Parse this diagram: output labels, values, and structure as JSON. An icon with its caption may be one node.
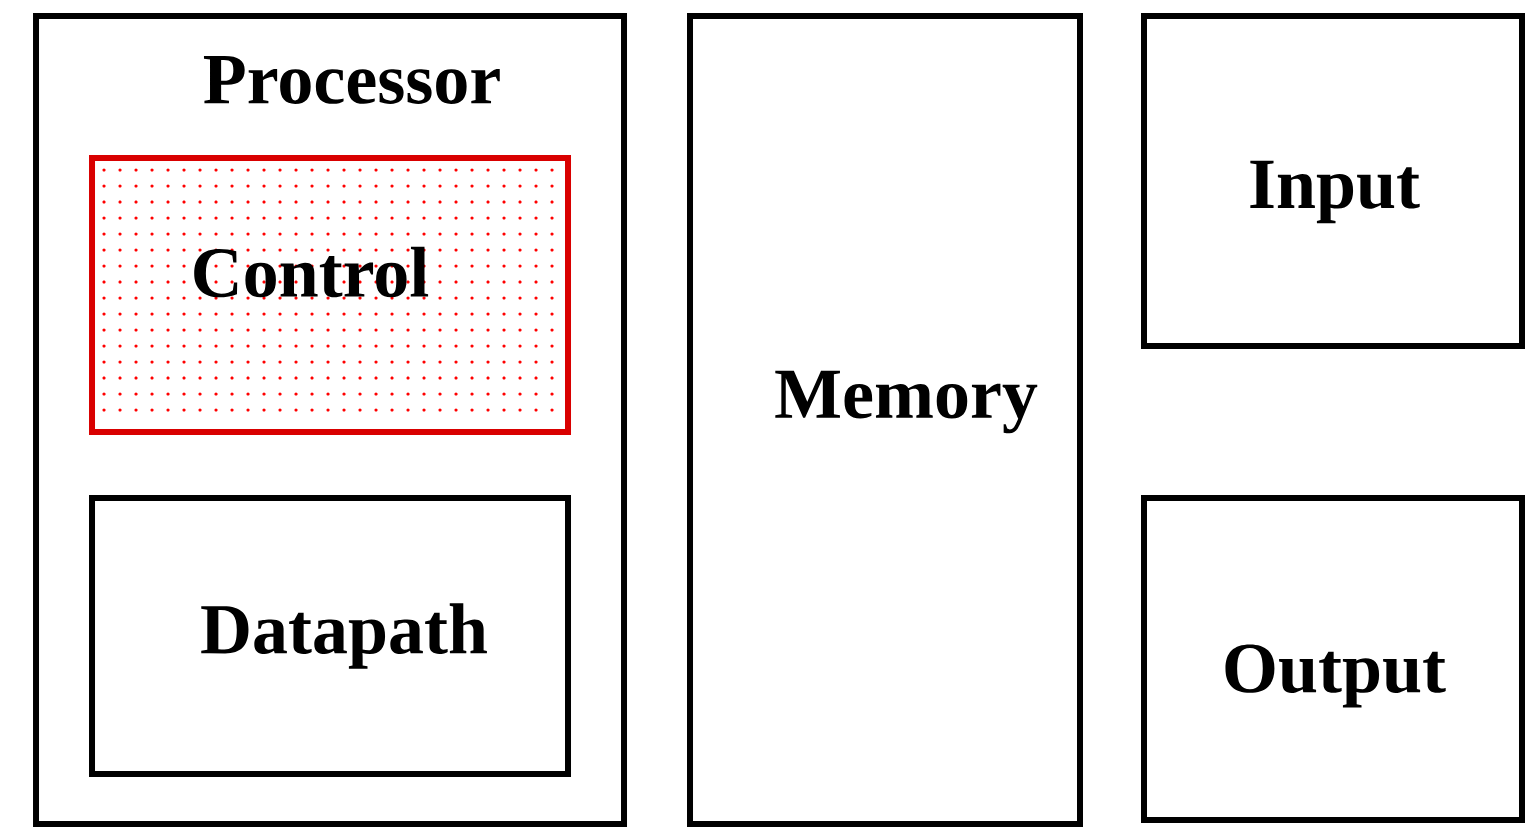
{
  "diagram": {
    "nodes": [
      {
        "text": [
          "Processor"
        ]
      },
      {
        "text": [
          "Control"
        ],
        "in": 0
      },
      {
        "text": [
          "Datapath"
        ],
        "in": 0
      },
      {
        "text": [
          "Memory"
        ]
      },
      {
        "text": [
          "Input"
        ]
      },
      {
        "text": [
          "Output"
        ]
      }
    ]
  }
}
